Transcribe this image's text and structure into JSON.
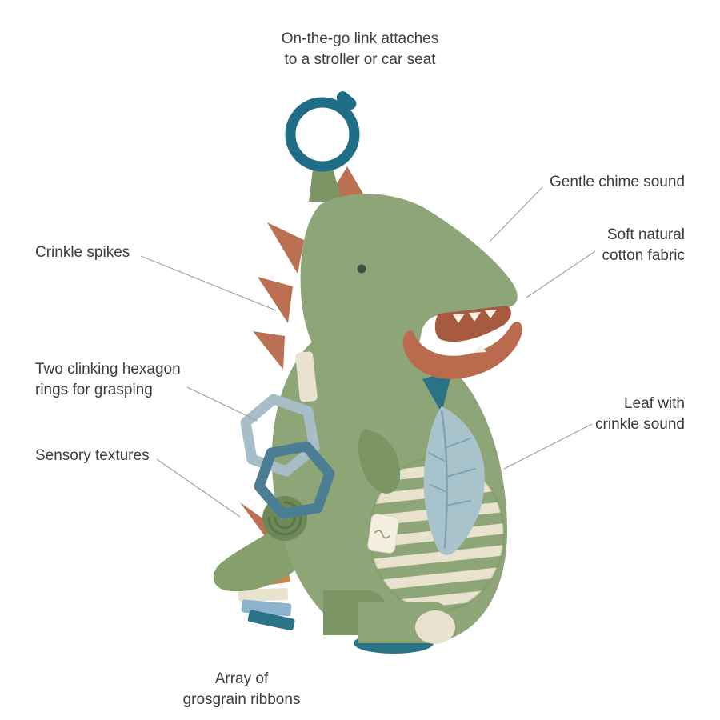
{
  "meta": {
    "description": "Annotated product feature diagram of a plush dinosaur on-the-go activity toy",
    "background": "#ffffff"
  },
  "callouts": {
    "on_the_go": {
      "text": "On-the-go link attaches\nto a stroller or car seat"
    },
    "gentle_chime": {
      "text": "Gentle chime sound"
    },
    "cotton_fabric": {
      "text": "Soft natural\ncotton fabric"
    },
    "crinkle_spikes": {
      "text": "Crinkle spikes"
    },
    "hexagon_rings": {
      "text": "Two clinking hexagon\nrings for grasping"
    },
    "sensory_textures": {
      "text": "Sensory textures"
    },
    "crinkle_leaf": {
      "text": "Leaf with\ncrinkle sound"
    },
    "grosgrain_ribbons": {
      "text": "Array of\ngrosgrain ribbons"
    }
  },
  "product": {
    "name": "plush dinosaur activity toy",
    "colors": {
      "body_green": "#8EA577",
      "body_green_dark": "#7C9564",
      "tail_green": "#85A06D",
      "spike_rust": "#BC7052",
      "mouth_rust": "#A85A40",
      "jaw_rust": "#BA6B4E",
      "ring_teal": "#1F6E87",
      "teal_accent": "#2A7386",
      "belly_cream": "#E8E2CE",
      "hex_light": "#A7BDC8",
      "hex_teal": "#4C7E93",
      "leaf_blue": "#A9C3CD",
      "leaf_vein": "#7FA2B0",
      "tag_white": "#F4EFE1",
      "eye_dark": "#474C41",
      "ribbon_yellow": "#E2C05F",
      "ribbon_orange": "#D08447",
      "ribbon_blue": "#8DB2CE",
      "texture_green": "#6E8957",
      "texture_line": "#5A7548",
      "line_gray": "#A3A3A3",
      "text_gray": "#3D3D3D"
    }
  }
}
